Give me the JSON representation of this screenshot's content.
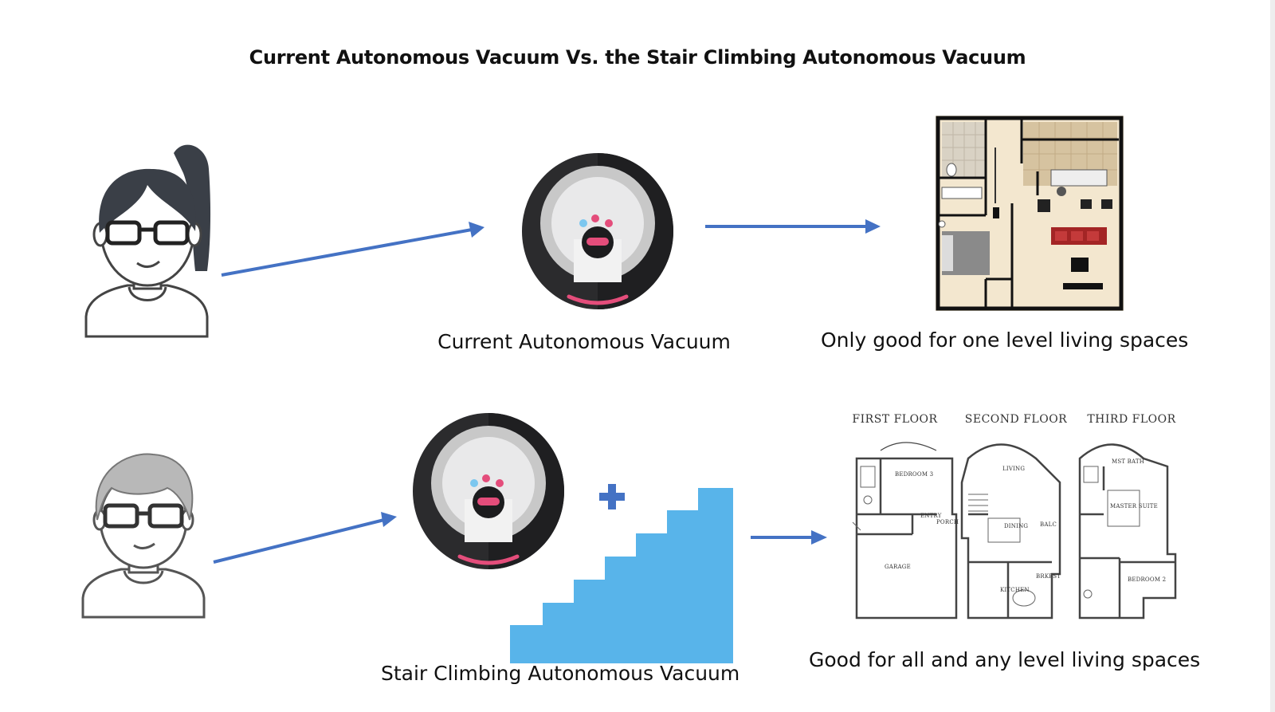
{
  "title": "Current Autonomous Vacuum Vs. the Stair Climbing Autonomous Vacuum",
  "top_row": {
    "vacuum_caption": "Current Autonomous Vacuum",
    "outcome_caption": "Only good for one level living spaces"
  },
  "bottom_row": {
    "vacuum_caption": "Stair Climbing Autonomous Vacuum",
    "outcome_caption": "Good for all and any level living spaces",
    "floors": [
      {
        "label": "FIRST FLOOR",
        "rooms": [
          "BEDROOM 3",
          "GARAGE",
          "ENTRY",
          "PORCH"
        ]
      },
      {
        "label": "SECOND FLOOR",
        "rooms": [
          "LIVING",
          "DINING",
          "KITCHEN",
          "BALC",
          "BRKFST"
        ]
      },
      {
        "label": "THIRD FLOOR",
        "rooms": [
          "MASTER SUITE",
          "BEDROOM 2",
          "MST BATH"
        ]
      }
    ]
  },
  "colors": {
    "arrow": "#4472c4",
    "stairs": "#58b4ea",
    "plus": "#4472c4",
    "vacuum_body": "#2b2b2d",
    "vacuum_accent": "#e44d7b"
  }
}
